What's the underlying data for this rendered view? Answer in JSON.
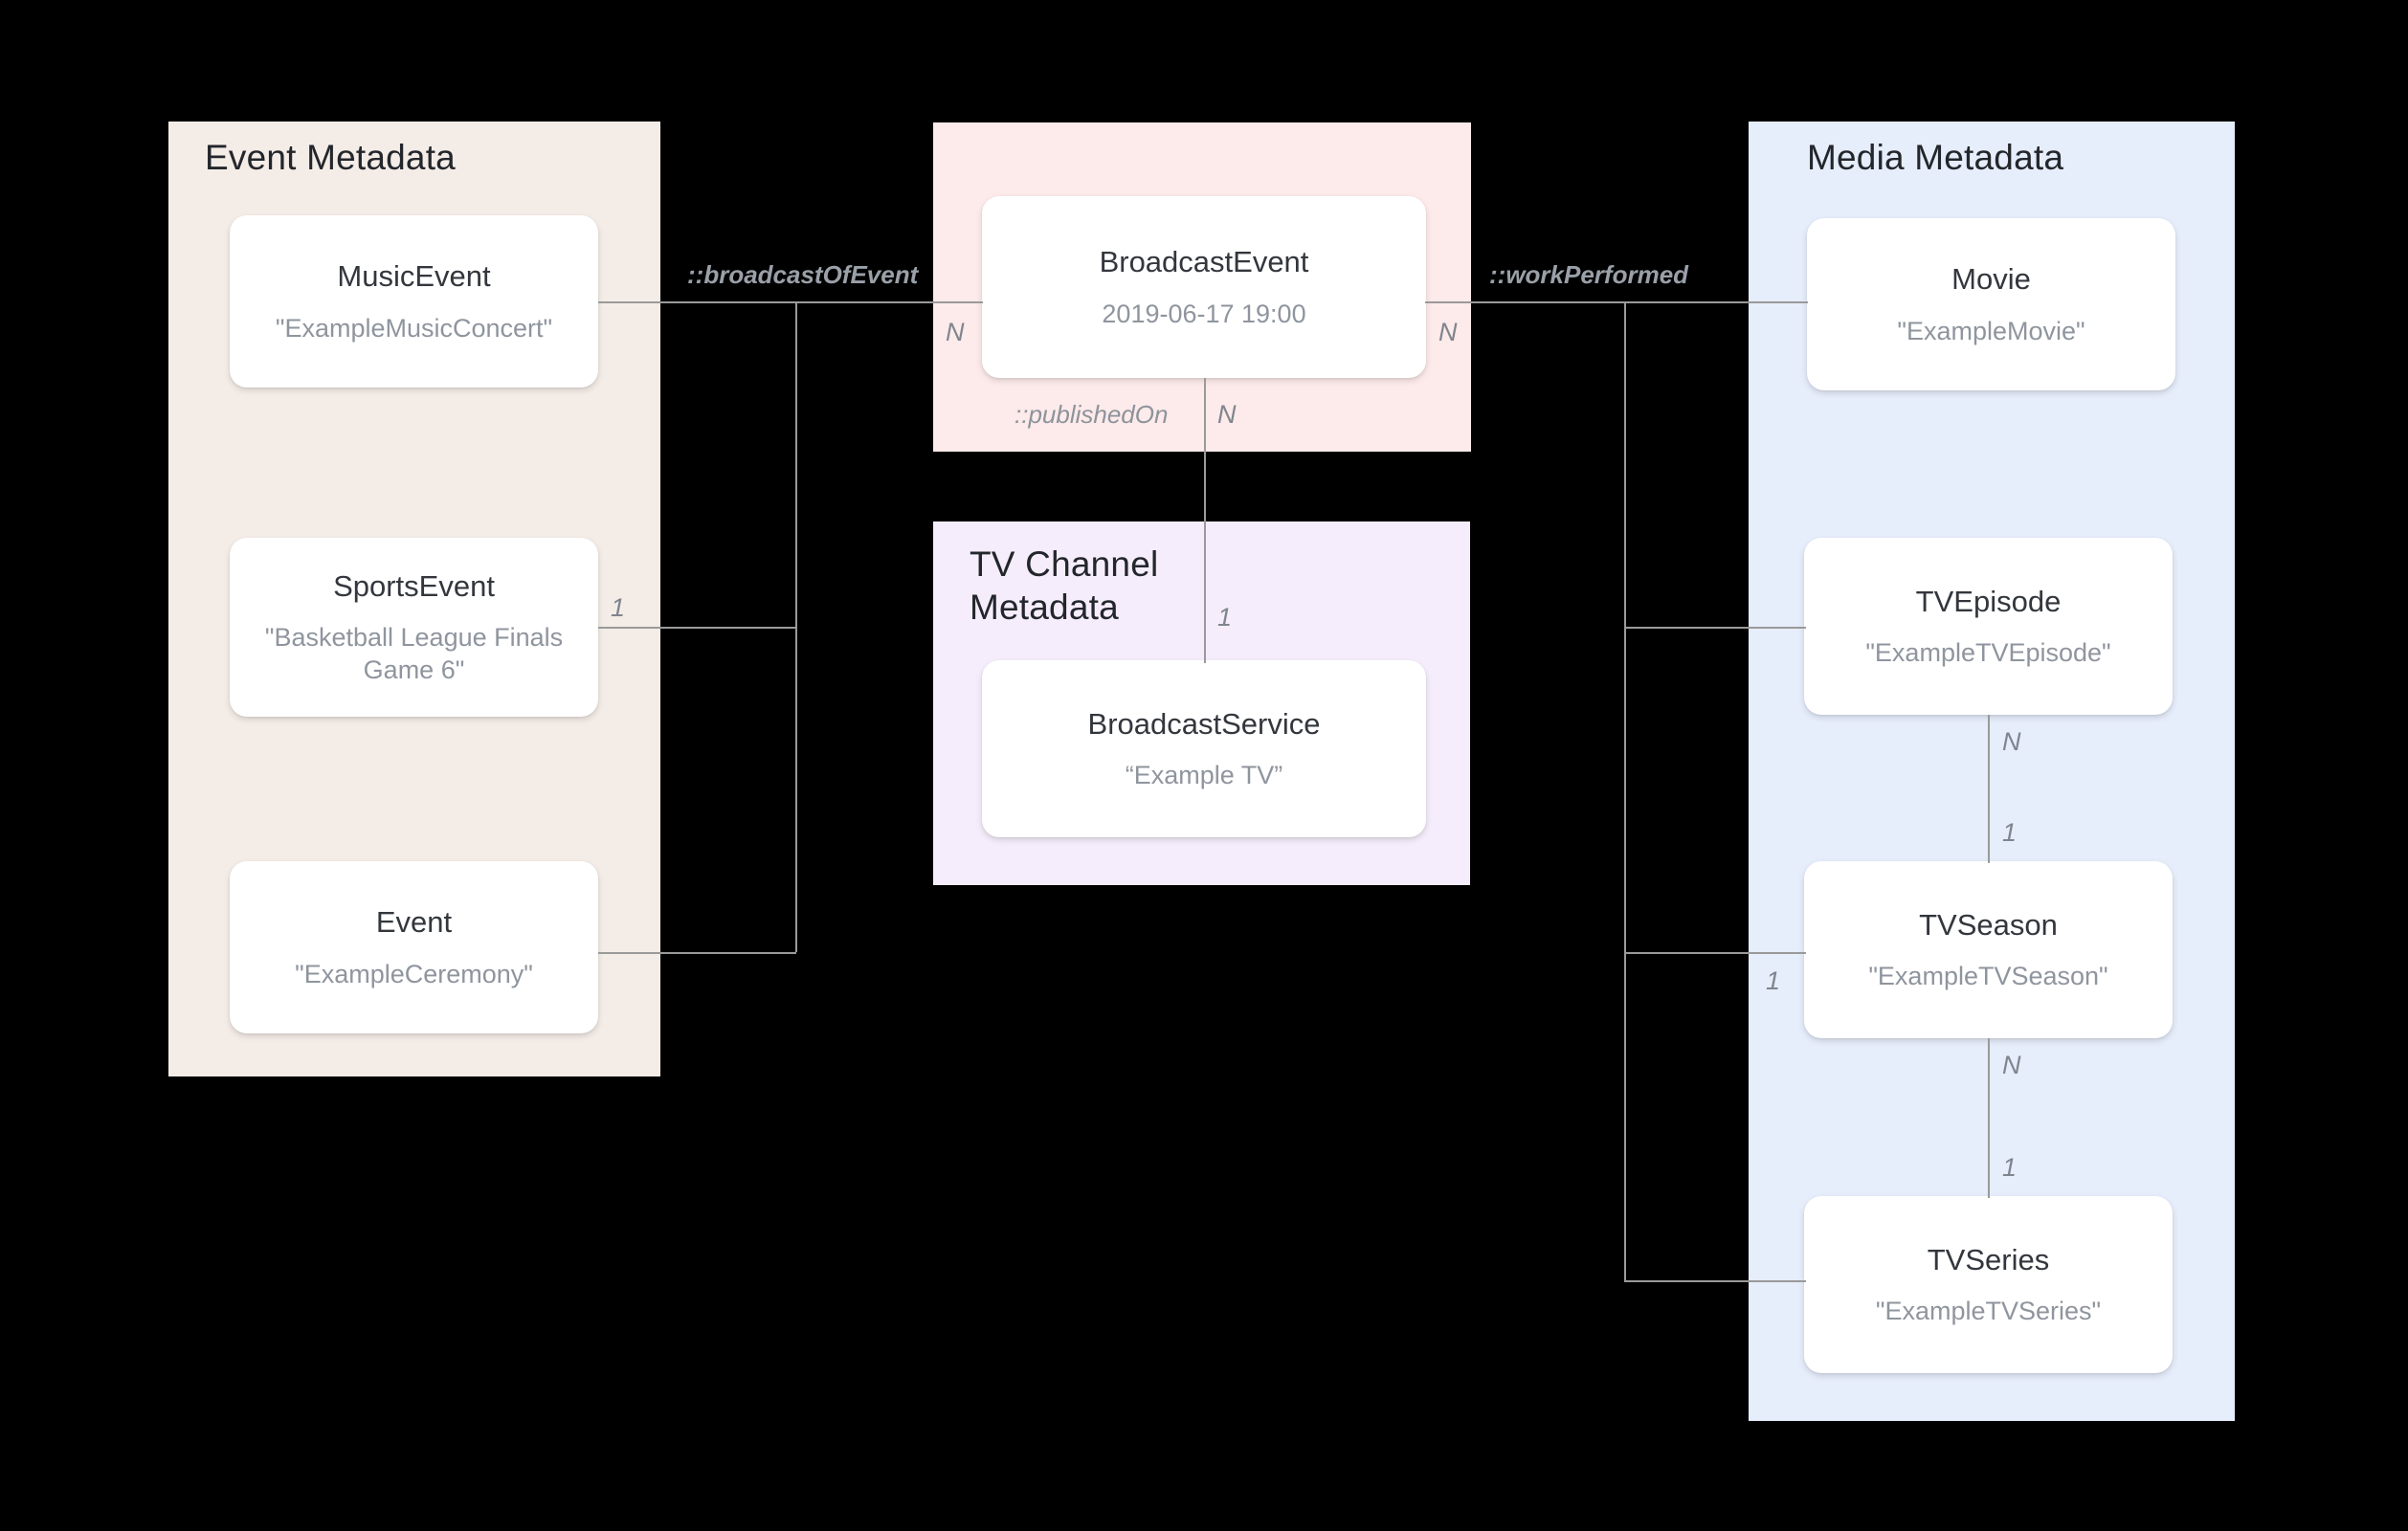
{
  "diagram": {
    "title": "Broadcast / Media metadata entity-relationship diagram",
    "colors": {
      "event_panel": "#f4ece7",
      "broadcast_panel": "#fdeaea",
      "tvchannel_panel": "#f5edfb",
      "media_panel": "#e6edfb",
      "card_bg": "#ffffff",
      "line": "#9a9a9a",
      "name_text": "#33373d",
      "value_text": "#8f959e",
      "label_text": "#9aa0a8",
      "background": "#000000"
    }
  },
  "panels": {
    "event": {
      "title": "Event Metadata",
      "nodes": [
        {
          "name": "MusicEvent",
          "value": "\"ExampleMusicConcert\""
        },
        {
          "name": "SportsEvent",
          "value": "\"Basketball League Finals Game 6\""
        },
        {
          "name": "Event",
          "value": "\"ExampleCeremony\""
        }
      ]
    },
    "broadcast": {
      "title": "",
      "nodes": [
        {
          "name": "BroadcastEvent",
          "value": "2019-06-17 19:00"
        }
      ]
    },
    "tvchannel": {
      "title": "TV Channel\nMetadata",
      "nodes": [
        {
          "name": "BroadcastService",
          "value": "“Example TV”"
        }
      ]
    },
    "media": {
      "title": "Media Metadata",
      "nodes": [
        {
          "name": "Movie",
          "value": "\"ExampleMovie\""
        },
        {
          "name": "TVEpisode",
          "value": "\"ExampleTVEpisode\""
        },
        {
          "name": "TVSeason",
          "value": "\"ExampleTVSeason\""
        },
        {
          "name": "TVSeries",
          "value": "\"ExampleTVSeries\""
        }
      ]
    }
  },
  "relations": {
    "broadcast_of_event": {
      "label": "::broadcastOfEvent",
      "source_card": "1",
      "target_card": "N"
    },
    "work_performed": {
      "label": "::workPerformed",
      "source_card": "N",
      "target_card": "1"
    },
    "published_on": {
      "label": "::publishedOn",
      "source_card": "N",
      "target_card": "1"
    },
    "episode_to_season": {
      "label": "",
      "source_card": "N",
      "target_card": "1"
    },
    "season_to_series": {
      "label": "",
      "source_card": "N",
      "target_card": "1"
    }
  },
  "cardinality_labels": {
    "music_event_side": "",
    "sports_event_side": "1",
    "broadcast_left": "N",
    "broadcast_right": "N",
    "published_on_n": "N",
    "broadcast_service_one": "1",
    "tvepisode_season_n": "N",
    "tvseason_one": "1",
    "tvseason_series_n": "N",
    "tvseries_one": "1",
    "tvseason_left": "1"
  }
}
